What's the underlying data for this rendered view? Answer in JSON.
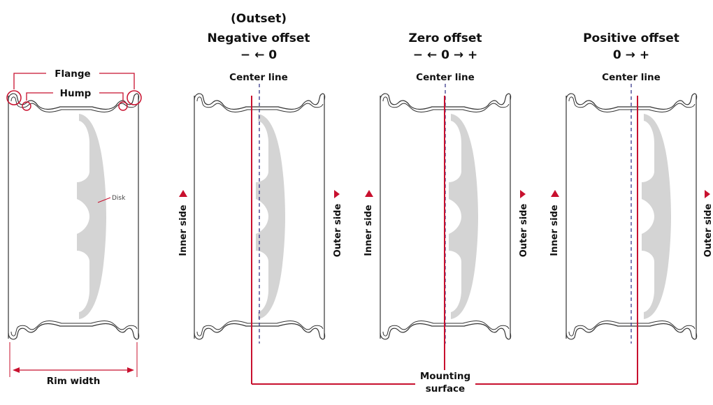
{
  "anatomy": {
    "flange_label": "Flange",
    "hump_label": "Hump",
    "disk_label": "Disk",
    "rim_width_label": "Rim width"
  },
  "panels": [
    {
      "title_top": "(Outset)",
      "title": "Negative offset",
      "scale": "− ← 0",
      "center_label": "Center line",
      "inner_label": "Inner side",
      "outer_label": "Outer side"
    },
    {
      "title_top": "",
      "title": "Zero offset",
      "scale": "− ← 0 → +",
      "center_label": "Center line",
      "inner_label": "Inner side",
      "outer_label": "Outer side"
    },
    {
      "title_top": "",
      "title": "Positive offset",
      "scale": "0 → +",
      "center_label": "Center line",
      "inner_label": "Inner side",
      "outer_label": "Outer side"
    }
  ],
  "mounting": {
    "line1": "Mounting",
    "line2": "surface"
  },
  "colors": {
    "accent": "#c8102e",
    "center_line": "#3a3a8c",
    "disk": "#d4d4d4",
    "outline": "#333333"
  }
}
